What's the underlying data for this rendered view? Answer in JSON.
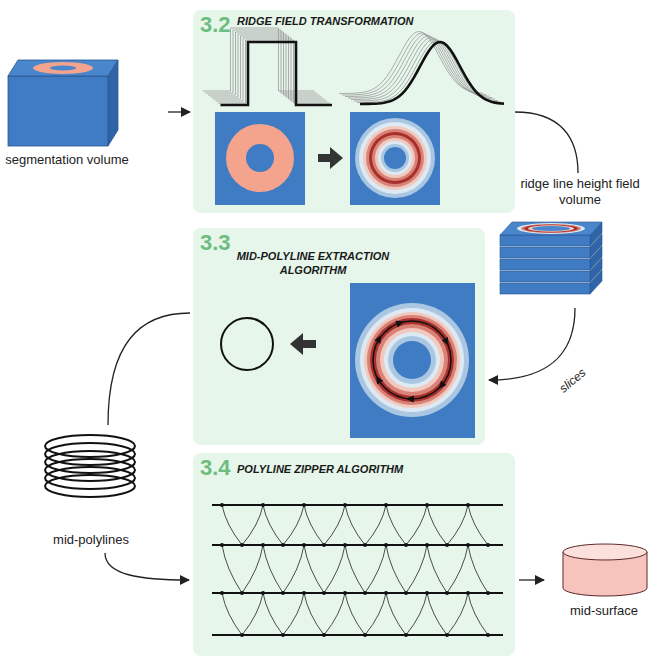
{
  "diagram": {
    "nodes": [
      {
        "text": [
          "segmentation volume"
        ]
      },
      {
        "text": [
          "3.2",
          "RIDGE FIELD TRANSFORMATION"
        ]
      },
      {
        "text": [
          "ridge line height field volume"
        ]
      },
      {
        "text": [
          "3.3",
          "MID-POLYLINE EXTRACTION ALGORITHM"
        ]
      },
      {
        "text": [
          "mid-polylines"
        ]
      },
      {
        "text": [
          "3.4",
          "POLYLINE ZIPPER ALGORITHM"
        ]
      },
      {
        "text": [
          "mid-surface"
        ]
      }
    ],
    "edges": [
      {
        "from": 0,
        "to": 1,
        "arrow": "to"
      },
      {
        "from": 1,
        "to": 2,
        "arrow": "none"
      },
      {
        "from": 2,
        "to": 3,
        "label": "slices",
        "arrow": "to"
      },
      {
        "from": 3,
        "to": 4,
        "arrow": "none"
      },
      {
        "from": 4,
        "to": 5,
        "arrow": "to"
      },
      {
        "from": 5,
        "to": 6,
        "arrow": "to"
      }
    ]
  }
}
